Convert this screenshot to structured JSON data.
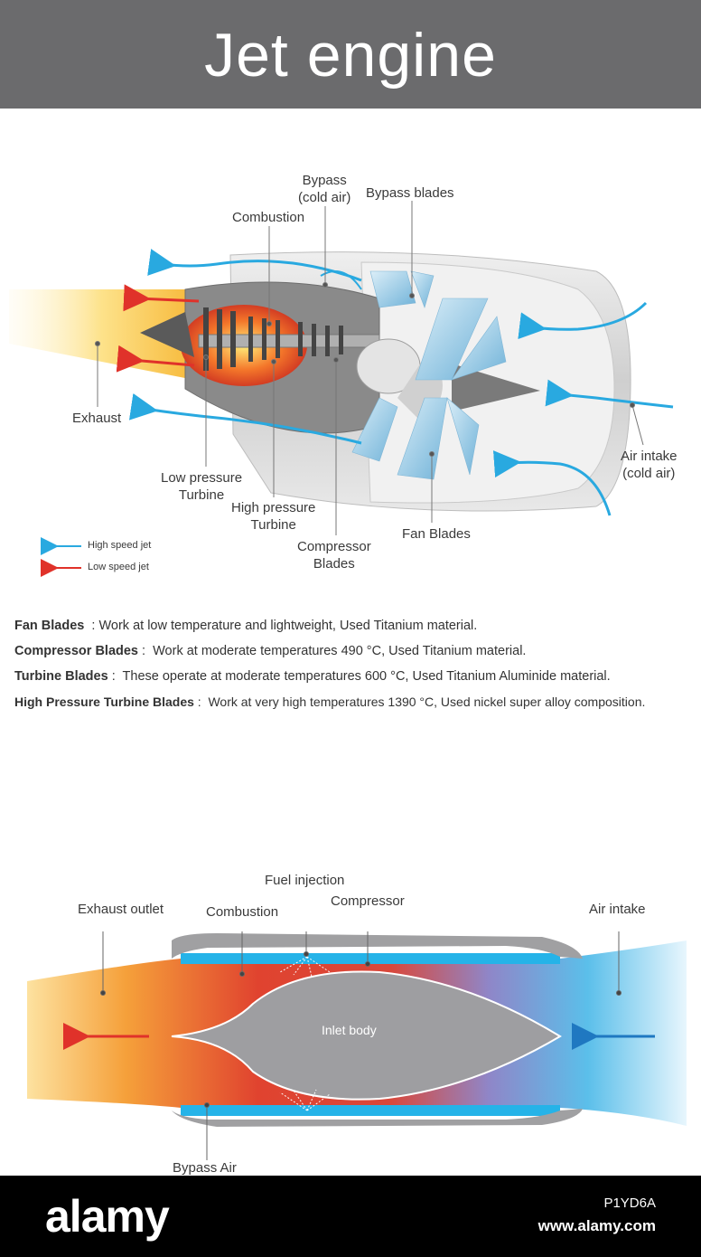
{
  "header": {
    "title": "Jet engine"
  },
  "turbofan": {
    "labels": {
      "bypass": "Bypass\n(cold air)",
      "bypass_blades": "Bypass blades",
      "combustion": "Combustion",
      "exhaust": "Exhaust",
      "air_intake": "Air intake\n(cold air)",
      "low_pressure_turbine": "Low pressure\nTurbine",
      "high_pressure_turbine": "High pressure\nTurbine",
      "compressor_blades": "Compressor\nBlades",
      "fan_blades": "Fan Blades"
    },
    "legend": {
      "high_speed": "High speed jet",
      "low_speed": "Low speed jet"
    }
  },
  "descriptions": [
    {
      "term": "Fan Blades",
      "sep": "  : ",
      "text": "Work at low temperature and lightweight, Used Titanium material."
    },
    {
      "term": "Compressor Blades",
      "sep": " :  ",
      "text": "Work at moderate temperatures 490 °C, Used Titanium material."
    },
    {
      "term": "Turbine Blades",
      "sep": " :  ",
      "text": "These operate at moderate temperatures 600 °C, Used Titanium Aluminide material."
    },
    {
      "term": "High Pressure Turbine Blades",
      "sep": " :  ",
      "text": "Work at very high temperatures 1390 °C, Used nickel super alloy composition."
    }
  ],
  "ramjet": {
    "labels": {
      "fuel_injection": "Fuel injection",
      "exhaust_outlet": "Exhaust outlet",
      "combustion": "Combustion",
      "compressor": "Compressor",
      "air_intake": "Air intake",
      "inlet_body": "Inlet body",
      "bypass_air": "Bypass Air"
    }
  },
  "footer": {
    "logo": "alamy",
    "image_id": "P1YD6A",
    "url": "www.alamy.com"
  },
  "colors": {
    "header_bg": "#6b6b6d",
    "high_speed_arrow": "#29a9e0",
    "low_speed_arrow": "#e0322a",
    "engine_shell": "#d9d9d9"
  },
  "icons": [
    "flow-arrow-icon",
    "fan-blade-icon"
  ]
}
